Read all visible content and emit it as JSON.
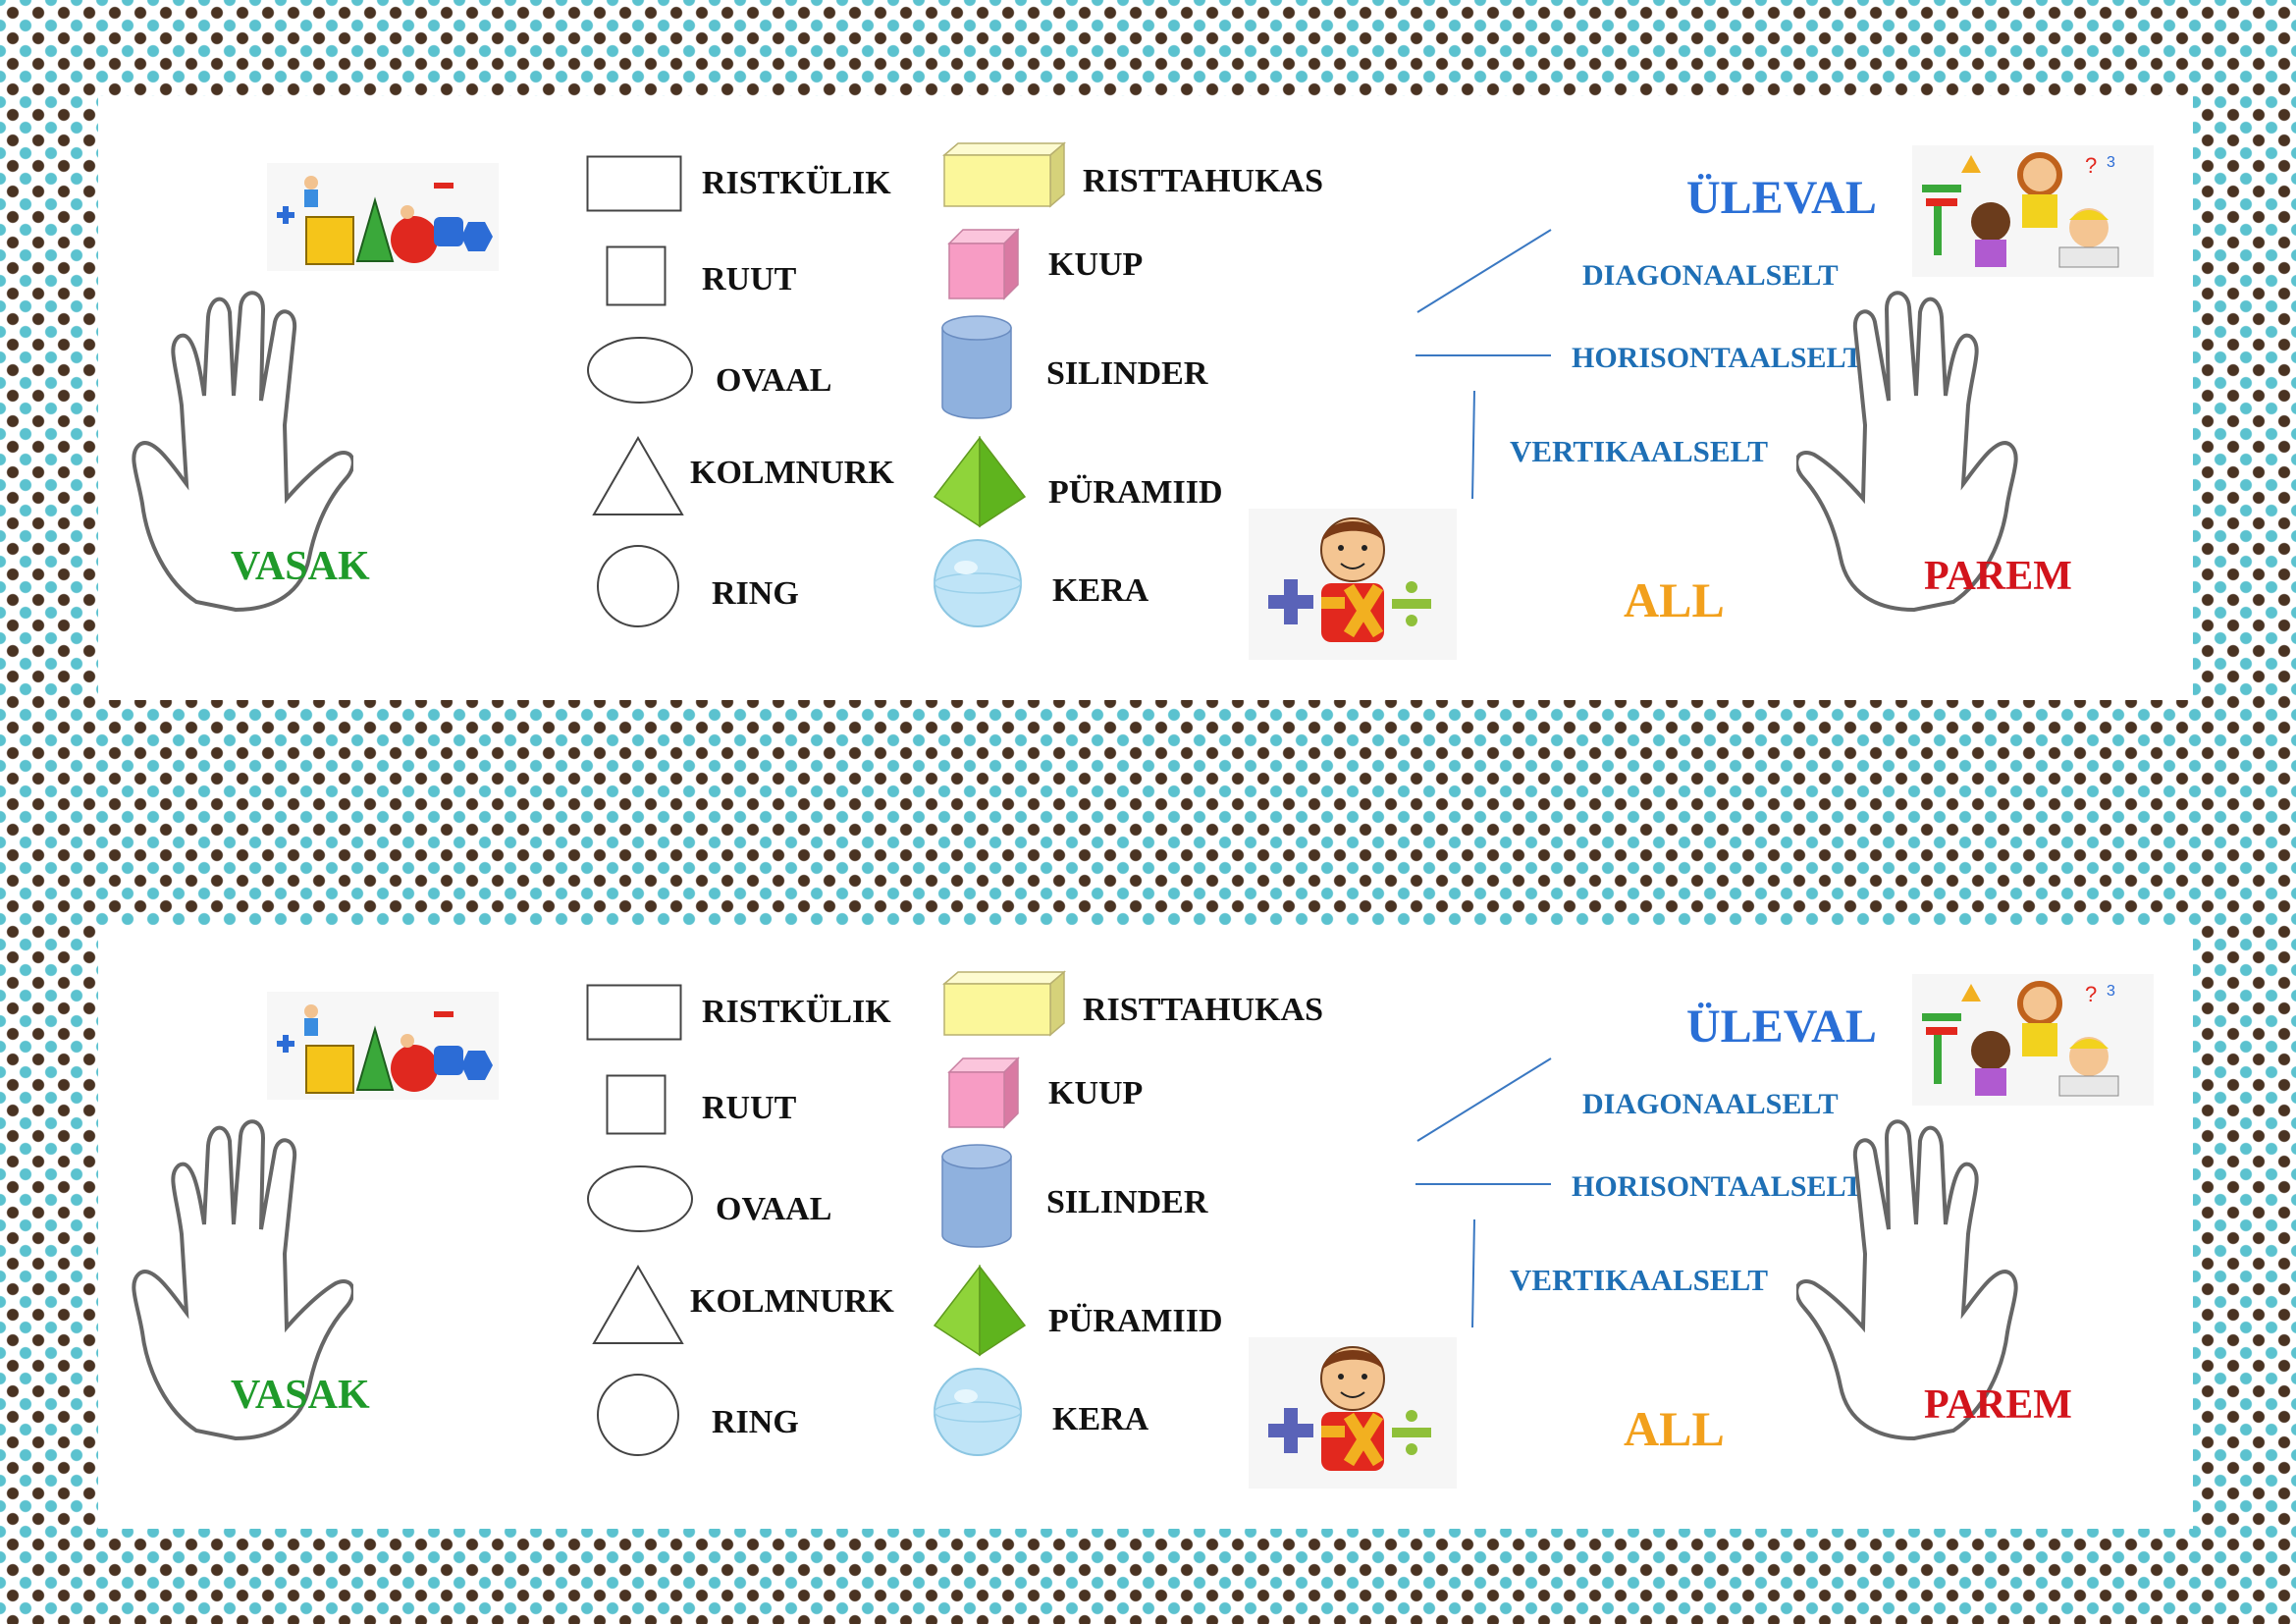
{
  "strips": [
    {
      "hands": {
        "left": "VASAK",
        "right": "PAREM"
      },
      "shapes_2d": [
        "RISTKÜLIK",
        "RUUT",
        "OVAAL",
        "KOLMNURK",
        "RING"
      ],
      "shapes_3d": [
        "RISTTAHUKAS",
        "KUUP",
        "SILINDER",
        "PÜRAMIID",
        "KERA"
      ],
      "directions": {
        "up": "ÜLEVAL",
        "diagonal": "DIAGONAALSELT",
        "horizontal": "HORISONTAALSELT",
        "vertical": "VERTIKAALSELT",
        "down": "ALL"
      }
    },
    {
      "hands": {
        "left": "VASAK",
        "right": "PAREM"
      },
      "shapes_2d": [
        "RISTKÜLIK",
        "RUUT",
        "OVAAL",
        "KOLMNURK",
        "RING"
      ],
      "shapes_3d": [
        "RISTTAHUKAS",
        "KUUP",
        "SILINDER",
        "PÜRAMIID",
        "KERA"
      ],
      "directions": {
        "up": "ÜLEVAL",
        "diagonal": "DIAGONAALSELT",
        "horizontal": "HORISONTAALSELT",
        "vertical": "VERTIKAALSELT",
        "down": "ALL"
      }
    }
  ],
  "colors": {
    "border_dot_brown": "#4a3322",
    "border_dot_teal": "#5bc2cf",
    "left_hand_label": "#1f9a2a",
    "right_hand_label": "#d2141c",
    "direction_text": "#1e6fb5",
    "up_label": "#2a6fd6",
    "down_label": "#f2a01c"
  }
}
